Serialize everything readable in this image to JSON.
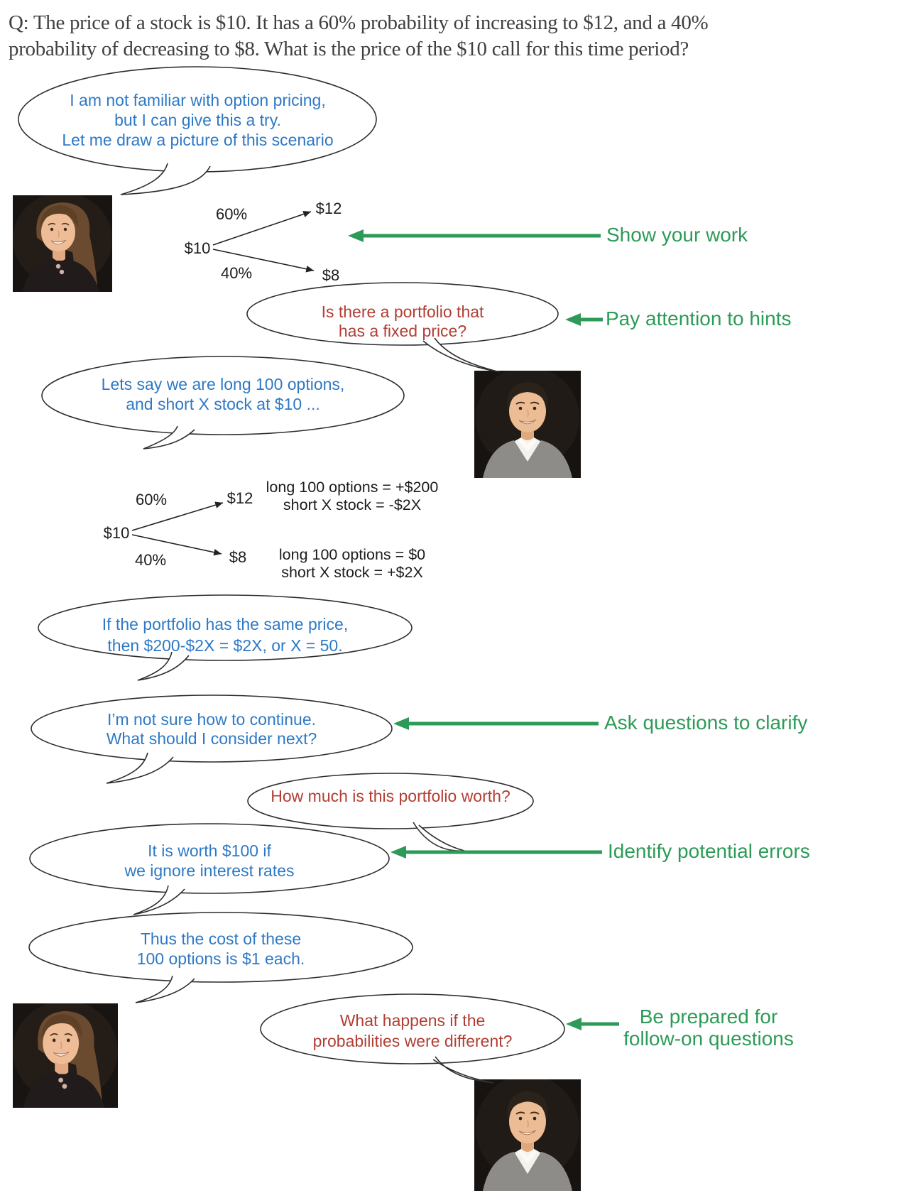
{
  "title_question": {
    "line1": "Q: The price of a stock is $10. It has a 60% probability of increasing to $12, and a 40%",
    "line2": "probability of decreasing to $8. What is the price of the $10 call for this time period?"
  },
  "conversation": [
    {
      "id": "a",
      "speaker": "candidate",
      "lines": [
        "I am not familiar with option pricing,",
        "but I can give this a try.",
        "Let me draw a picture of this scenario"
      ]
    },
    {
      "id": "b",
      "speaker": "interviewer",
      "lines": [
        "Is there a portfolio that",
        "has a fixed price?"
      ]
    },
    {
      "id": "c",
      "speaker": "candidate",
      "lines": [
        "Lets say we are long 100 options,",
        "and short X stock at $10 ..."
      ]
    },
    {
      "id": "d",
      "speaker": "candidate",
      "lines": [
        "If the portfolio has the same price,",
        "then $200-$2X = $2X, or X = 50."
      ]
    },
    {
      "id": "e",
      "speaker": "candidate",
      "lines": [
        "I’m not sure how to continue.",
        "What should I consider next?"
      ]
    },
    {
      "id": "f",
      "speaker": "interviewer",
      "lines": [
        "How much is this portfolio worth?"
      ]
    },
    {
      "id": "g",
      "speaker": "candidate",
      "lines": [
        "It is worth $100 if",
        "we ignore interest rates"
      ]
    },
    {
      "id": "h",
      "speaker": "candidate",
      "lines": [
        "Thus the cost of these",
        "100 options is $1 each."
      ]
    },
    {
      "id": "i",
      "speaker": "interviewer",
      "lines": [
        "What happens if the",
        "probabilities were different?"
      ]
    }
  ],
  "coach_annotations": [
    {
      "label": "Show your work"
    },
    {
      "label": "Pay attention to hints"
    },
    {
      "label": "Ask questions to clarify"
    },
    {
      "label": "Identify potential errors"
    },
    {
      "label": "Be prepared for",
      "label_line2": "follow-on questions"
    }
  ],
  "tree1": {
    "root": "$10",
    "up_prob": "60%",
    "up_value": "$12",
    "down_prob": "40%",
    "down_value": "$8"
  },
  "tree2": {
    "root": "$10",
    "up_prob": "60%",
    "up_value": "$12",
    "down_prob": "40%",
    "down_value": "$8",
    "up_note": [
      "long 100 options = +$200",
      "short X stock = -$2X"
    ],
    "down_note": [
      "long 100 options = $0",
      "short X stock = +$2X"
    ]
  },
  "colors": {
    "candidate_text": "#2e79c5",
    "interviewer_text": "#b23e34",
    "annotation_green": "#2d9b57",
    "bubble_outline": "#2e2e2e",
    "diagram_text": "#1c1c1c",
    "question_text": "#3f3f3f"
  }
}
